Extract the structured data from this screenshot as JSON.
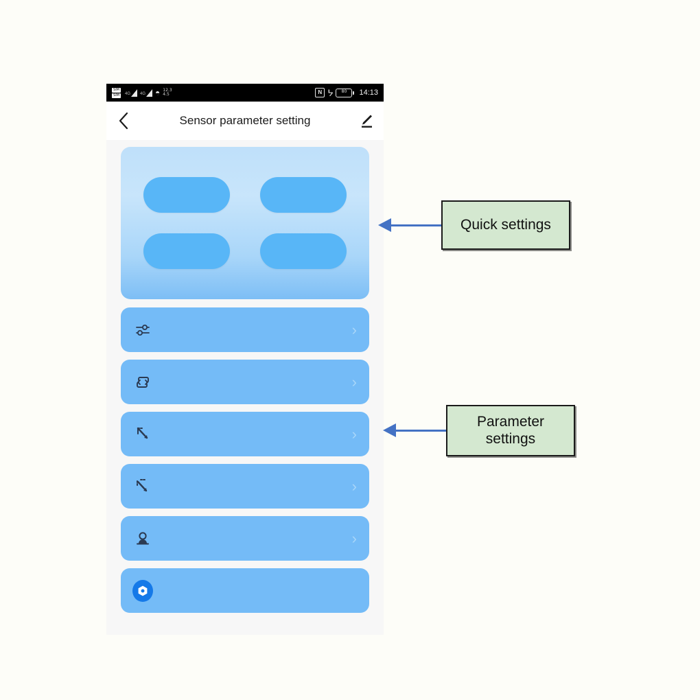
{
  "canvas": {
    "background": "#FDFDF8"
  },
  "phone": {
    "status_bar": {
      "sim1_label": "SIM",
      "sim2_label": "SIM",
      "signal1_prefix": "4G",
      "signal2_prefix": "4G",
      "wifi_icon": "wifi-icon",
      "data_rate_up": "12.3",
      "data_rate_down": "4.5",
      "nfc_label": "N",
      "bluetooth_icon": "bluetooth-icon",
      "battery_level": "80",
      "clock": "14:13"
    },
    "app_bar": {
      "back_icon": "chevron-left-icon",
      "title": "Sensor parameter setting",
      "edit_icon": "pencil-edit-icon"
    },
    "quick_settings": {
      "pills": [
        {
          "label": ""
        },
        {
          "label": ""
        },
        {
          "label": ""
        },
        {
          "label": ""
        }
      ],
      "card_color_top": "#BFE0FA",
      "card_color_bottom": "#7DBEF5",
      "pill_color": "#58B6F7"
    },
    "parameter_settings": {
      "row_color": "#74BBF7",
      "rows": [
        {
          "icon": "tune-sliders-icon",
          "label": "",
          "chevron": "›",
          "has_chevron": true,
          "badge": false
        },
        {
          "icon": "repeat-loop-icon",
          "label": "",
          "chevron": "›",
          "has_chevron": true,
          "badge": false
        },
        {
          "icon": "diagonal-arrow-up-icon",
          "label": "",
          "chevron": "›",
          "has_chevron": true,
          "badge": false
        },
        {
          "icon": "diagonal-arrow-alt-icon",
          "label": "",
          "chevron": "›",
          "has_chevron": true,
          "badge": false
        },
        {
          "icon": "user-person-icon",
          "label": "",
          "chevron": "›",
          "has_chevron": true,
          "badge": false
        },
        {
          "icon": "gear-badge-icon",
          "label": "",
          "chevron": "",
          "has_chevron": false,
          "badge": true
        }
      ]
    }
  },
  "annotations": {
    "box_fill": "#D4E8D0",
    "box_border": "#1A1A1A",
    "arrow_color": "#4472C4",
    "quick_settings_label": "Quick settings",
    "parameter_settings_label_line1": "Parameter",
    "parameter_settings_label_line2": "settings"
  }
}
